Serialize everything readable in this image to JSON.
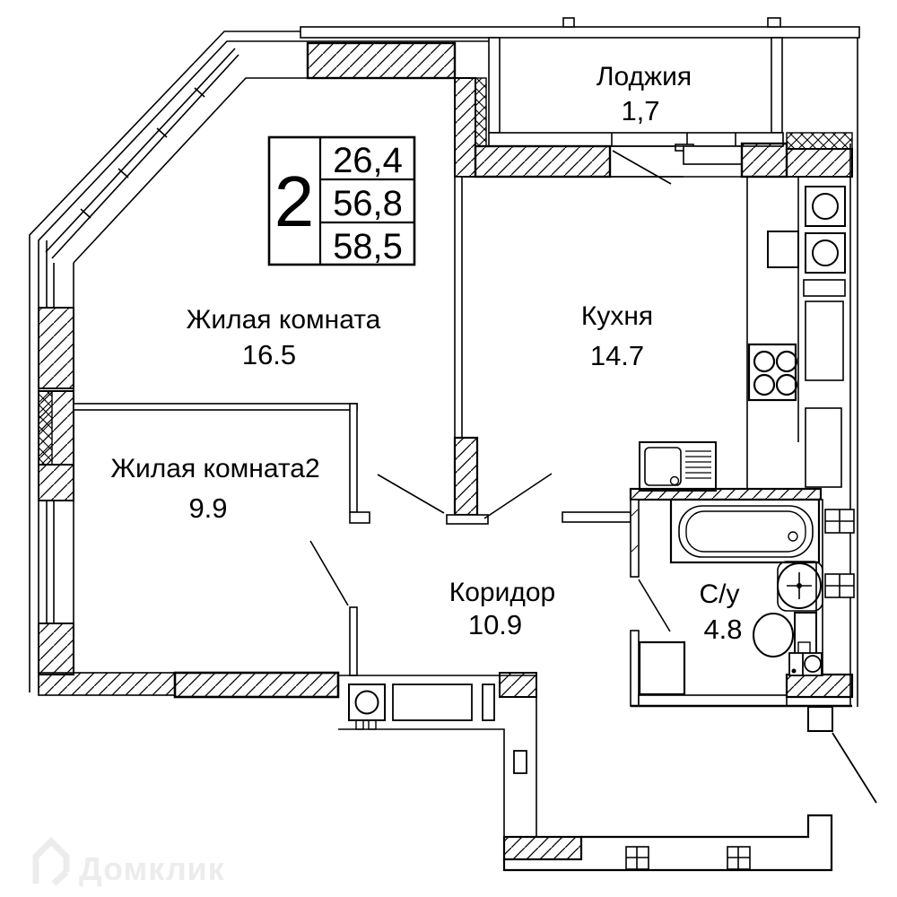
{
  "plan": {
    "title": "2-room apartment floor plan",
    "language": "ru"
  },
  "stat_box": {
    "rooms_count": "2",
    "living_area": "26,4",
    "area_no_balcony": "56,8",
    "total_area": "58,5"
  },
  "rooms": [
    {
      "id": "loggia",
      "name": "Лоджия",
      "area": "1,7"
    },
    {
      "id": "living-room-1",
      "name": "Жилая комната",
      "area": "16.5"
    },
    {
      "id": "living-room-2",
      "name": "Жилая комната2",
      "area": "9.9"
    },
    {
      "id": "kitchen",
      "name": "Кухня",
      "area": "14.7"
    },
    {
      "id": "corridor",
      "name": "Коридор",
      "area": "10.9"
    },
    {
      "id": "bathroom",
      "name": "С/у",
      "area": "4.8"
    }
  ],
  "fixtures": [
    "bathtub",
    "wash-basin",
    "toilet",
    "stove-4-burner",
    "kitchen-sink",
    "washing-machine",
    "appliance-with-circle",
    "cabinet"
  ],
  "watermark": {
    "text": "Домклик",
    "icon": "house-icon"
  },
  "colors": {
    "line": "#000000",
    "background": "#ffffff",
    "watermark": "#ececec"
  }
}
